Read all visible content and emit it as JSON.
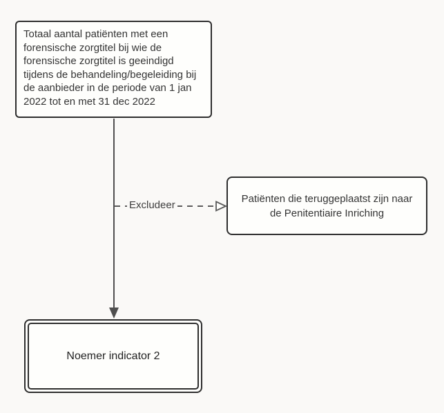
{
  "diagram": {
    "type": "flowchart",
    "colors": {
      "background": "#faf9f7",
      "node_fill": "#fefefc",
      "node_border": "#2d2d2d",
      "edge": "#4f4f4f",
      "text": "#333333"
    },
    "top_box": {
      "lines": [
        "Totaal aantal patiënten met een",
        "forensische zorgtitel bij wie de",
        "forensische zorgtitel is geeindigd",
        "tijdens de behandeling/begeleiding bij",
        "de aanbieder in de periode van 1 jan",
        "2022 tot en met 31 dec 2022"
      ]
    },
    "exclude_edge": {
      "label": "Excludeer",
      "style": "dashed",
      "arrowhead": "open-triangle"
    },
    "exclude_box": {
      "lines": [
        "Patiënten die teruggeplaatst zijn naar",
        "de Penitentiaire Inriching"
      ]
    },
    "main_edge": {
      "style": "solid",
      "arrowhead": "filled-triangle"
    },
    "result_box": {
      "label": "Noemer indicator 2"
    }
  }
}
